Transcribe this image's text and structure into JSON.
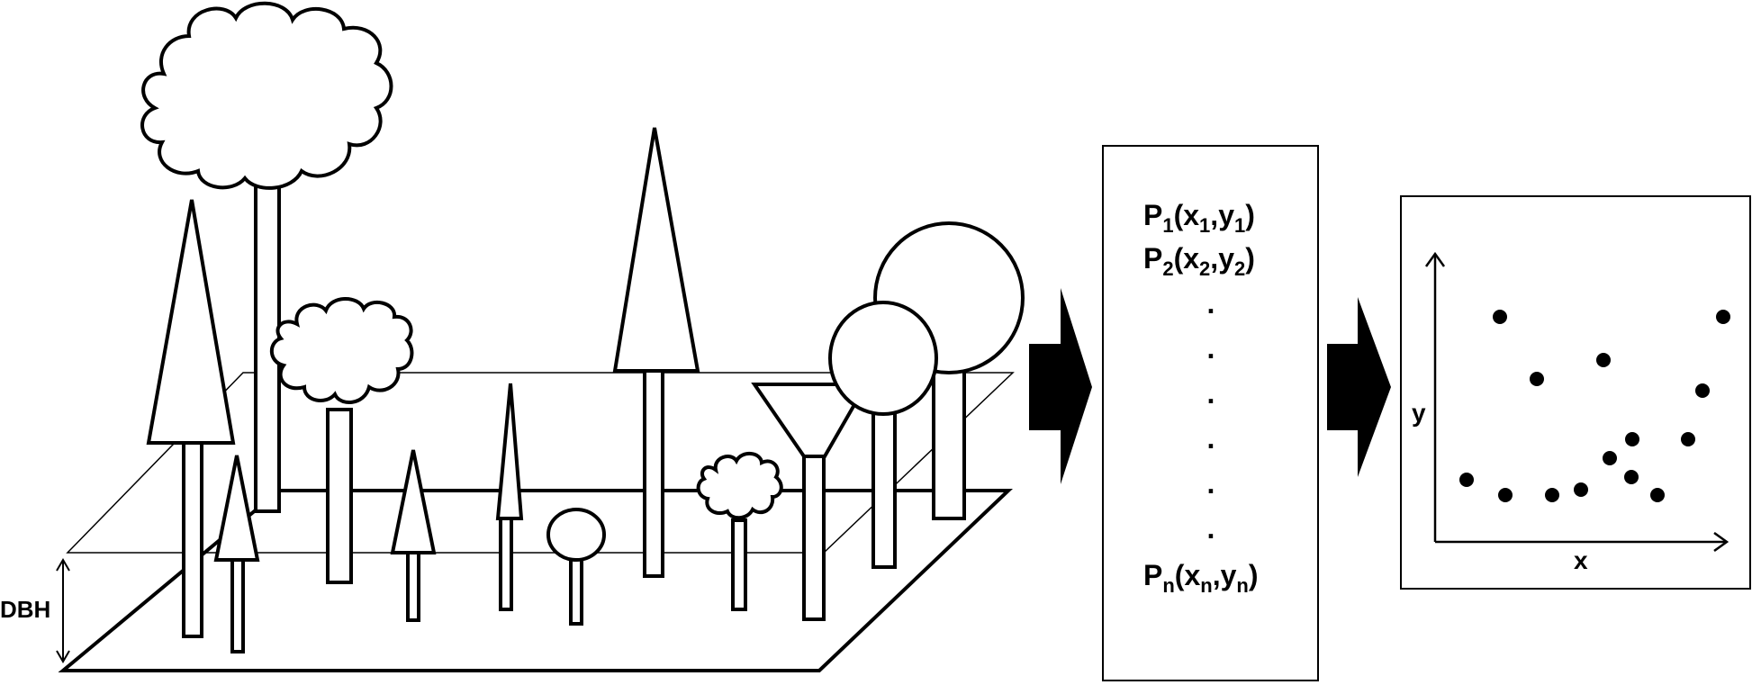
{
  "labels": {
    "dbh": "DBH",
    "x_axis": "x",
    "y_axis": "y"
  },
  "point_list": {
    "first": {
      "letter": "P",
      "sub": "1",
      "open": "(x",
      "sub_x": "1",
      "comma": ",y",
      "sub_y": "1",
      "close": ")"
    },
    "second": {
      "letter": "P",
      "sub": "2",
      "open": "(x",
      "sub_x": "2",
      "comma": ",y",
      "sub_y": "2",
      "close": ")"
    },
    "last": {
      "letter": "P",
      "sub": "n",
      "open": "(x",
      "sub_x": "n",
      "comma": ",y",
      "sub_y": "n",
      "close": ")"
    },
    "ellipsis_dots": [
      ".",
      ".",
      ".",
      ".",
      ".",
      "."
    ]
  },
  "colors": {
    "ink": "#000000",
    "paper": "#ffffff"
  }
}
